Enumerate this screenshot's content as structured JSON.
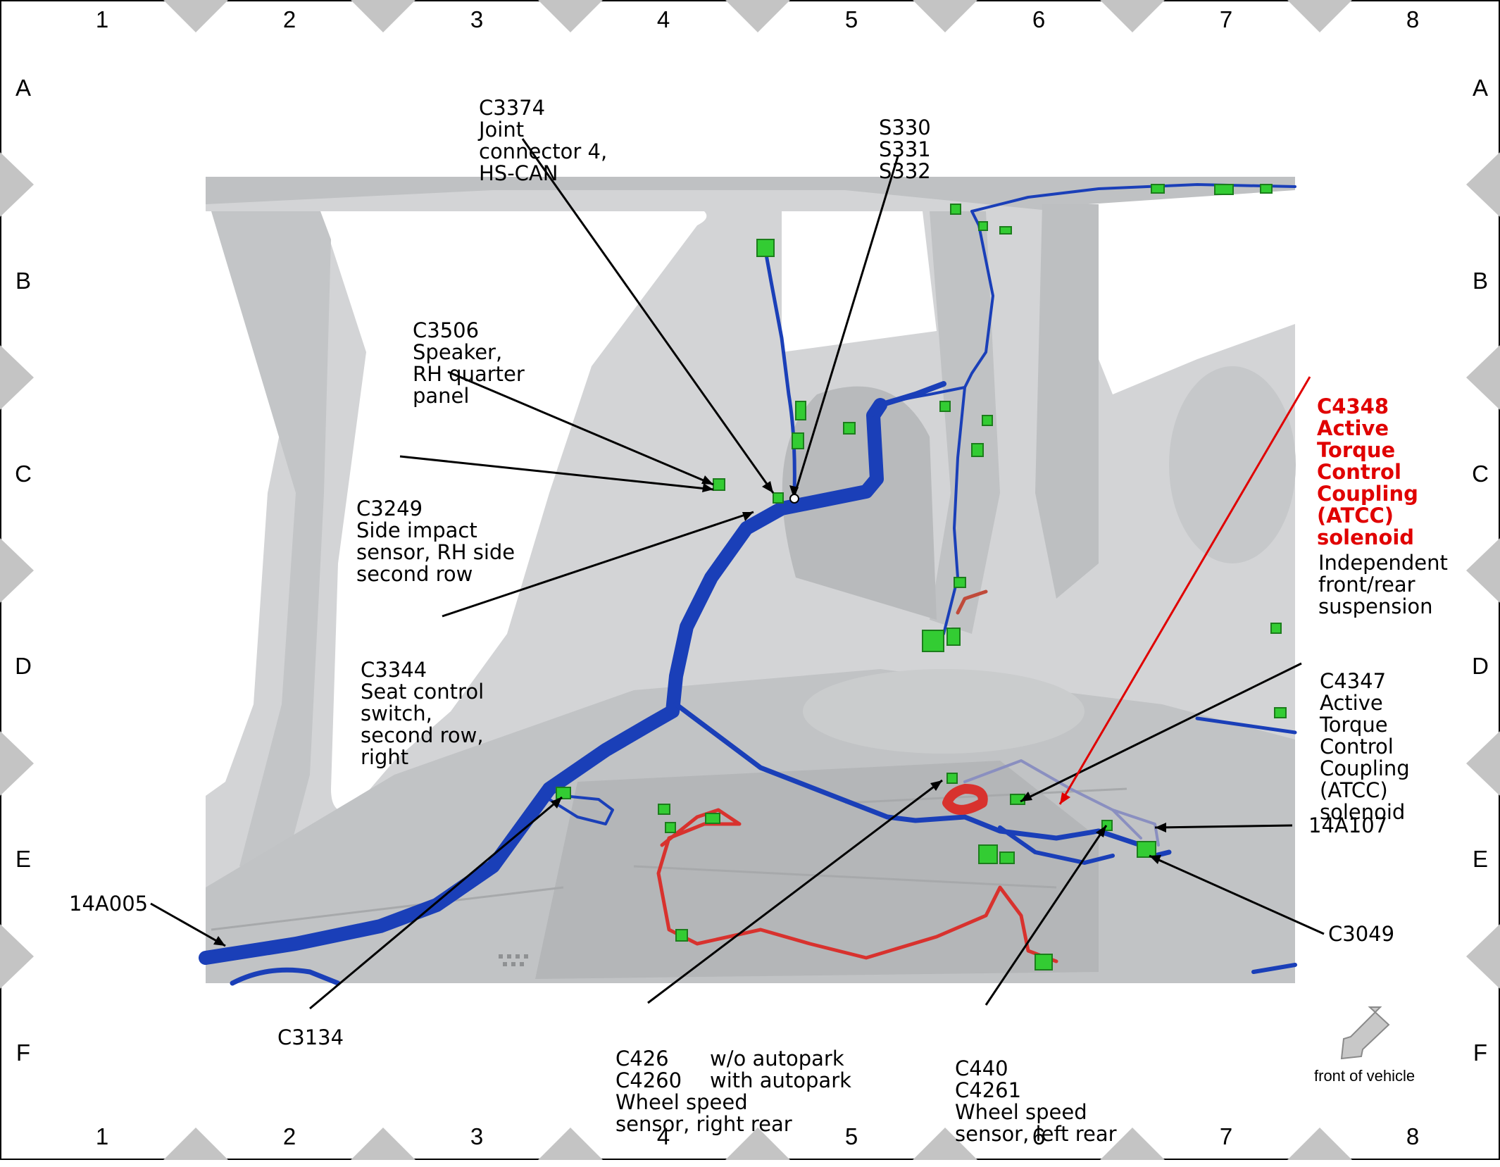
{
  "grid": {
    "columns": [
      "1",
      "2",
      "3",
      "4",
      "5",
      "6",
      "7",
      "8"
    ],
    "rows": [
      "A",
      "B",
      "C",
      "D",
      "E",
      "F"
    ]
  },
  "colors": {
    "harness_blue": "#1a3fb8",
    "harness_red": "#d8322e",
    "connector_green": "#33cc33",
    "body_grey": "#c9cbcd",
    "highlight_red": "#e00000"
  },
  "callouts": {
    "c3374": [
      "C3374",
      "Joint",
      "connector 4,",
      "HS-CAN"
    ],
    "s330": [
      "S330",
      "S331",
      "S332"
    ],
    "c3506": [
      "C3506",
      "Speaker,",
      "RH quarter",
      "panel"
    ],
    "c3249": [
      "C3249",
      "Side impact",
      "sensor, RH side",
      "second row"
    ],
    "c3344": [
      "C3344",
      "Seat control",
      "switch,",
      "second row,",
      "right"
    ],
    "c4348": [
      "C4348",
      "Active",
      "Torque",
      "Control",
      "Coupling",
      "(ATCC)",
      "solenoid"
    ],
    "c4348_note": [
      "Independent",
      "front/rear",
      "suspension"
    ],
    "c4347": [
      "C4347",
      "Active",
      "Torque",
      "Control",
      "Coupling",
      "(ATCC)",
      "solenoid"
    ],
    "h14a107": "14A107",
    "c3049": "C3049",
    "h14a005": "14A005",
    "c3134": "C3134",
    "c426": [
      "C426",
      "C4260",
      "Wheel speed",
      "sensor, right rear"
    ],
    "c426_note": [
      "w/o autopark",
      "with autopark"
    ],
    "c440": [
      "C440",
      "C4261",
      "Wheel speed",
      "sensor, left rear"
    ]
  },
  "front_indicator": {
    "label": "front of vehicle",
    "icon": "front-arrow-icon"
  }
}
